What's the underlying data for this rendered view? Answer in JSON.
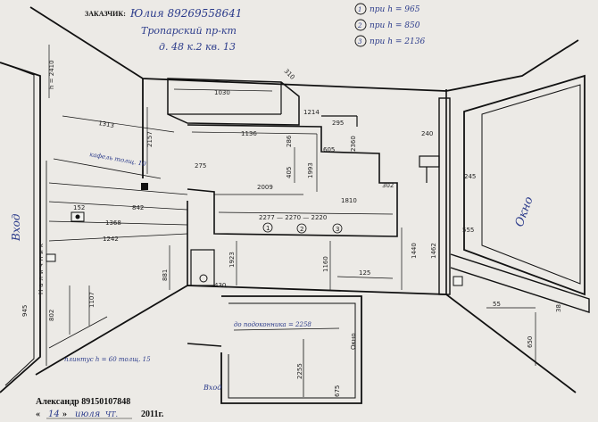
{
  "header": {
    "client_label": "ЗАКАЗЧИК:",
    "client_name": "Юлия 89269558641",
    "address_line1": "Тропарский пр-кт",
    "address_line2": "д. 48 к.2 кв. 13"
  },
  "legend": [
    {
      "num": "1",
      "text": "при h = 965"
    },
    {
      "num": "2",
      "text": "при h = 850"
    },
    {
      "num": "3",
      "text": "при h = 2136"
    }
  ],
  "labels": {
    "entrance": "Вход",
    "entrance_plan": "Вход",
    "window": "Окно",
    "window_plan": "Окно",
    "nalichnik": "Наличник",
    "tile": "кафель толщ. 10",
    "plinth": "плинтус h = 60 толщ. 15",
    "sill": "до подоконника = 2258"
  },
  "dimensions": {
    "h_top": "h = 2410",
    "d1030": "1030",
    "d310": "310",
    "d1313": "1313",
    "d2157": "2157",
    "d1136": "1136",
    "d1214": "1214",
    "d295": "295",
    "d605": "605",
    "d2360": "2360",
    "d240": "240",
    "d286": "286",
    "d405": "405",
    "d1993": "1993",
    "d275": "275",
    "d2009": "2009",
    "d1810": "1810",
    "d302": "302",
    "d245": "245",
    "d152": "152",
    "d842": "842",
    "d1368": "1368",
    "d1242": "1242",
    "d2277": "2277 — 2270 — 2220",
    "c1": "1",
    "c2": "2",
    "c3": "3",
    "d1440": "1440",
    "d1462": "1462",
    "d1923": "1923",
    "d1160": "1160",
    "d125": "125",
    "d555": "555",
    "d881": "881",
    "d945": "945",
    "d802": "802",
    "d1107": "1107",
    "d430": "430",
    "d55": "55",
    "d650": "650",
    "d38": "38",
    "d2255": "2255",
    "d675": "675"
  },
  "footer": {
    "author": "Александр 89150107848",
    "date_prefix": "«",
    "day": "14",
    "date_mid": "»",
    "month": "июля",
    "month_suffix": "ЧТ.",
    "year": "2011г."
  }
}
